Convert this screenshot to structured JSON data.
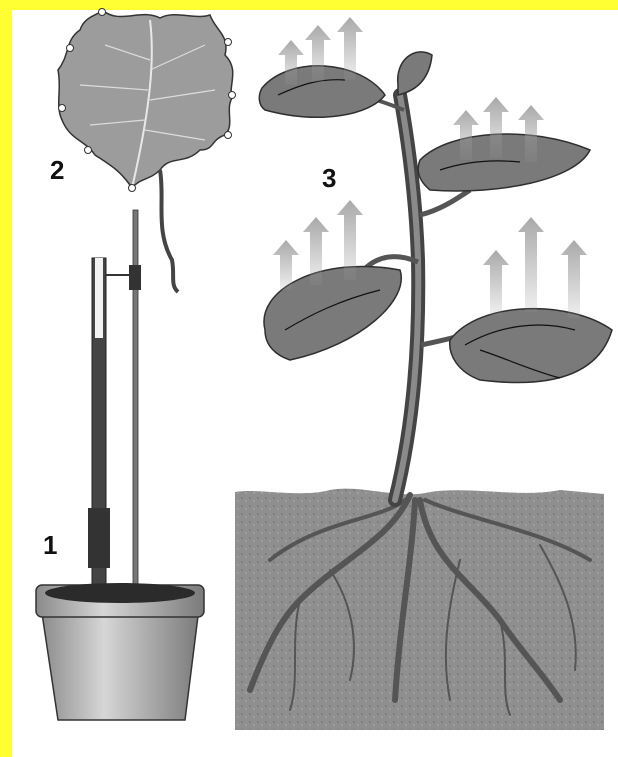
{
  "labels": {
    "one": "1",
    "two": "2",
    "three": "3"
  },
  "colors": {
    "frame_yellow": "#ffff33",
    "soil": "#9a9a9a",
    "leaf": "#7d7d7d",
    "pot": "#b8b8b8",
    "arrow": "#bdbdbd"
  }
}
